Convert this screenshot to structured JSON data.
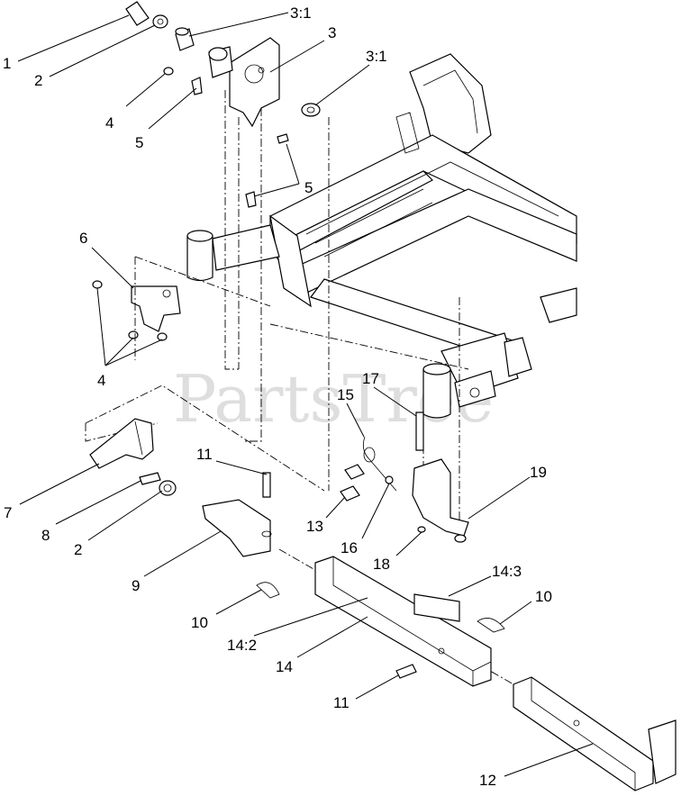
{
  "watermark": "PartsTree",
  "callouts": {
    "c1": "1",
    "c2a": "2",
    "c3_1a": "3:1",
    "c3": "3",
    "c3_1b": "3:1",
    "c4a": "4",
    "c5a": "5",
    "c5b": "5",
    "c6": "6",
    "c4b": "4",
    "c7": "7",
    "c8": "8",
    "c2b": "2",
    "c9": "9",
    "c11a": "11",
    "c10a": "10",
    "c13": "13",
    "c15": "15",
    "c17": "17",
    "c16": "16",
    "c18": "18",
    "c19": "19",
    "c14_3": "14:3",
    "c10b": "10",
    "c14_2": "14:2",
    "c14": "14",
    "c11b": "11",
    "c12": "12"
  }
}
